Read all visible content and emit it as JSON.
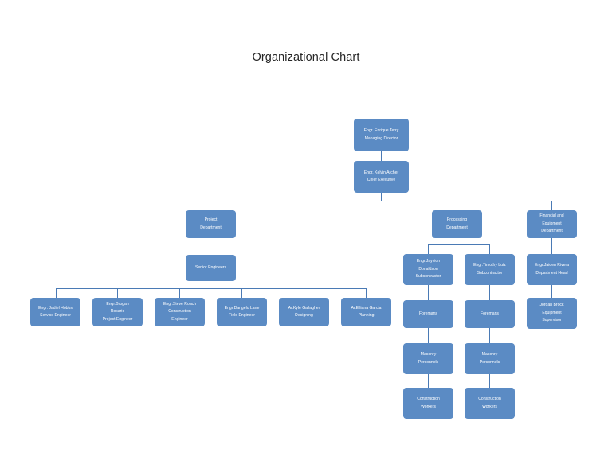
{
  "title": "Organizational Chart",
  "theme": {
    "node_fill": "#5b8bc4",
    "connector": "#4a7ab5",
    "node_text": "#ffffff",
    "title_text": "#262626",
    "background": "#ffffff"
  },
  "chart_data": {
    "type": "diagram",
    "diagram_kind": "org-chart",
    "title": "Organizational Chart",
    "nodes": [
      {
        "id": "managing-director",
        "lines": [
          "Engr. Enrique Terry",
          "Managing Director"
        ],
        "level": 0,
        "parent": null
      },
      {
        "id": "chief-executive",
        "lines": [
          "Engr. Kelvin Archer",
          "Chief Executive"
        ],
        "level": 1,
        "parent": "managing-director"
      },
      {
        "id": "project-department",
        "lines": [
          "Project",
          "Department"
        ],
        "level": 2,
        "parent": "chief-executive"
      },
      {
        "id": "processing-department",
        "lines": [
          "Processing",
          "Department"
        ],
        "level": 2,
        "parent": "chief-executive"
      },
      {
        "id": "financial-equipment-department",
        "lines": [
          "Financial and",
          "Equipment",
          "Department"
        ],
        "level": 2,
        "parent": "chief-executive"
      },
      {
        "id": "senior-engineers",
        "lines": [
          "Senior Engineers"
        ],
        "level": 3,
        "parent": "project-department"
      },
      {
        "id": "jayvion-donaldson",
        "lines": [
          "Engr.Jayvion",
          "Donaldson",
          "Subcontractor"
        ],
        "level": 3,
        "parent": "processing-department"
      },
      {
        "id": "timothy-lutz",
        "lines": [
          "Engr.Timothy Lutz",
          "Subcontractor"
        ],
        "level": 3,
        "parent": "processing-department"
      },
      {
        "id": "jaiden-rivera",
        "lines": [
          "Engr.Jaiden Rivera",
          "Department Head"
        ],
        "level": 3,
        "parent": "financial-equipment-department"
      },
      {
        "id": "jadiel-hobbs",
        "lines": [
          "Engr. Jadiel Hobbs",
          "Service Engineer"
        ],
        "level": 4,
        "parent": "senior-engineers"
      },
      {
        "id": "brogan-rosario",
        "lines": [
          "Engr.Brogan",
          "Rosario",
          "Project Engineer"
        ],
        "level": 4,
        "parent": "senior-engineers"
      },
      {
        "id": "steve-roach",
        "lines": [
          "Engr.Steve Roach",
          "Construction",
          "Engineer"
        ],
        "level": 4,
        "parent": "senior-engineers"
      },
      {
        "id": "dangelo-lane",
        "lines": [
          "Engr.Dangelo Lane",
          "Field Engineer"
        ],
        "level": 4,
        "parent": "senior-engineers"
      },
      {
        "id": "kyle-gallagher",
        "lines": [
          "Ar.Kyle Gallagher",
          "Designing"
        ],
        "level": 4,
        "parent": "senior-engineers"
      },
      {
        "id": "elliana-garcia",
        "lines": [
          "Ar.Elliana Garcia",
          "Planning"
        ],
        "level": 4,
        "parent": "senior-engineers"
      },
      {
        "id": "foremans-left",
        "lines": [
          "Foremans"
        ],
        "level": 4,
        "parent": "jayvion-donaldson"
      },
      {
        "id": "foremans-right",
        "lines": [
          "Foremans"
        ],
        "level": 4,
        "parent": "timothy-lutz"
      },
      {
        "id": "jordan-brock",
        "lines": [
          "Jordan Brock",
          "Equipment",
          "Supervisor"
        ],
        "level": 4,
        "parent": "jaiden-rivera"
      },
      {
        "id": "masonry-personnels-left",
        "lines": [
          "Masonry",
          "Personnels"
        ],
        "level": 5,
        "parent": "foremans-left"
      },
      {
        "id": "masonry-personnels-right",
        "lines": [
          "Masonry",
          "Personnels"
        ],
        "level": 5,
        "parent": "foremans-right"
      },
      {
        "id": "construction-workers-left",
        "lines": [
          "Construction",
          "Workers"
        ],
        "level": 6,
        "parent": "masonry-personnels-left"
      },
      {
        "id": "construction-workers-right",
        "lines": [
          "Construction",
          "Workers"
        ],
        "level": 6,
        "parent": "masonry-personnels-right"
      }
    ]
  },
  "nodes": {
    "managing_director": {
      "l1": "Engr. Enrique Terry",
      "l2": "Managing Director"
    },
    "chief_executive": {
      "l1": "Engr. Kelvin Archer",
      "l2": "Chief Executive"
    },
    "project_department": {
      "l1": "Project",
      "l2": "Department"
    },
    "processing_department": {
      "l1": "Processing",
      "l2": "Department"
    },
    "financial_department": {
      "l1": "Financial and",
      "l2": "Equipment",
      "l3": "Department"
    },
    "senior_engineers": {
      "l1": "Senior Engineers"
    },
    "jayvion_donaldson": {
      "l1": "Engr.Jayvion",
      "l2": "Donaldson",
      "l3": "Subcontractor"
    },
    "timothy_lutz": {
      "l1": "Engr.Timothy Lutz",
      "l2": "Subcontractor"
    },
    "jaiden_rivera": {
      "l1": "Engr.Jaiden Rivera",
      "l2": "Department Head"
    },
    "jadiel_hobbs": {
      "l1": "Engr. Jadiel Hobbs",
      "l2": "Service Engineer"
    },
    "brogan_rosario": {
      "l1": "Engr.Brogan",
      "l2": "Rosario",
      "l3": "Project Engineer"
    },
    "steve_roach": {
      "l1": "Engr.Steve Roach",
      "l2": "Construction",
      "l3": "Engineer"
    },
    "dangelo_lane": {
      "l1": "Engr.Dangelo Lane",
      "l2": "Field Engineer"
    },
    "kyle_gallagher": {
      "l1": "Ar.Kyle Gallagher",
      "l2": "Designing"
    },
    "elliana_garcia": {
      "l1": "Ar.Elliana Garcia",
      "l2": "Planning"
    },
    "foremans_left": {
      "l1": "Foremans"
    },
    "foremans_right": {
      "l1": "Foremans"
    },
    "jordan_brock": {
      "l1": "Jordan Brock",
      "l2": "Equipment",
      "l3": "Supervisor"
    },
    "masonry_left": {
      "l1": "Masonry",
      "l2": "Personnels"
    },
    "masonry_right": {
      "l1": "Masonry",
      "l2": "Personnels"
    },
    "workers_left": {
      "l1": "Construction",
      "l2": "Workers"
    },
    "workers_right": {
      "l1": "Construction",
      "l2": "Workers"
    }
  }
}
